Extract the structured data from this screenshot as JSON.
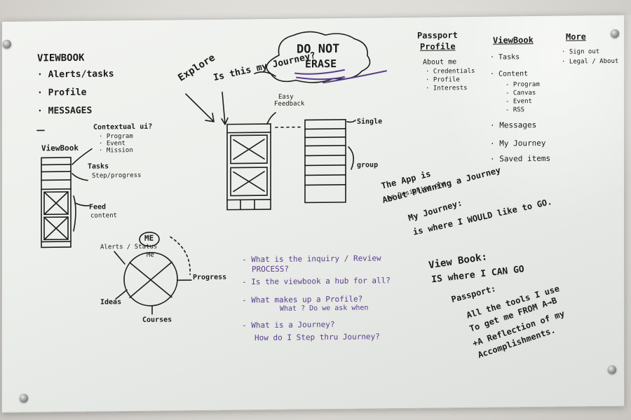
{
  "left_list": [
    "VIEWBOOK",
    "· Alerts/tasks",
    "· Profile",
    "· MESSAGES"
  ],
  "left_wireframe": {
    "title": "ViewBook",
    "notes": [
      "Contextual ui?",
      "· Program",
      "· Event",
      "· Mission"
    ],
    "tasks_label": "Tasks",
    "tasks_sub": "Step/progress",
    "feed_label": "Feed",
    "feed_sub": "content"
  },
  "explore": "Explore",
  "is_this_my_journey": "Is this my Journey?",
  "do_not_erase": [
    "DO NOT",
    "ERASE"
  ],
  "mid_wireframe": {
    "note": [
      "Easy",
      "Feedback"
    ],
    "single": "Single",
    "group": "group"
  },
  "circle_diagram": {
    "me": "ME",
    "labels": [
      "Alerts / Status",
      "Progress",
      "Ideas",
      "Courses",
      "Me"
    ]
  },
  "purple_questions": [
    "- What is the inquiry / Review",
    "PROCESS?",
    "- Is the viewbook a hub for all?",
    "- What makes up a Profile?",
    "What ? Do we ask when",
    "- What is a Journey?",
    "How do I Step thru Journey?"
  ],
  "passport_profile": {
    "heading": [
      "Passport",
      "Profile"
    ],
    "items": [
      "About me",
      "· Credentials",
      "· Profile",
      "· Interests"
    ]
  },
  "viewbook_col": {
    "heading": "ViewBook",
    "items": [
      "· Tasks",
      "· Content",
      "- Program",
      "- Canvas",
      "- Event",
      "- RSS",
      "· Messages",
      "· My Journey",
      "· Saved items"
    ]
  },
  "more_col": {
    "heading": "More",
    "items": [
      "· Sign out",
      "· Legal / About"
    ]
  },
  "app_about": [
    "The App is",
    "About Planning a Journey",
    "or Designing one"
  ],
  "my_journey_note": [
    "My Journey:",
    "is where I WOULD like to GO."
  ],
  "viewbook_note": [
    "View Book:",
    "IS where I CAN GO"
  ],
  "passport_note": [
    "Passport:",
    "All the tools I use",
    "To get me FROM A→B",
    "+A Reflection of my",
    "Accomplishments."
  ]
}
